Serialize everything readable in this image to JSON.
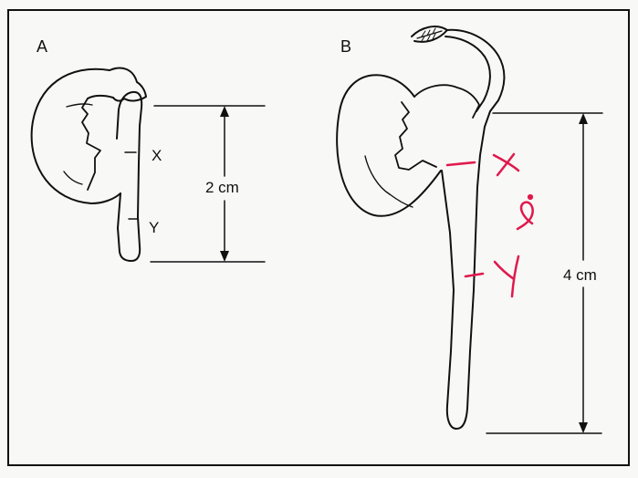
{
  "panels": {
    "a": {
      "label": "A",
      "mark_x": "X",
      "mark_y": "Y",
      "length": "2 cm"
    },
    "b": {
      "label": "B",
      "length": "4 cm"
    }
  },
  "colors": {
    "ink": "#111111",
    "handwriting": "#e0194d",
    "paper": "#f8f8f6"
  }
}
